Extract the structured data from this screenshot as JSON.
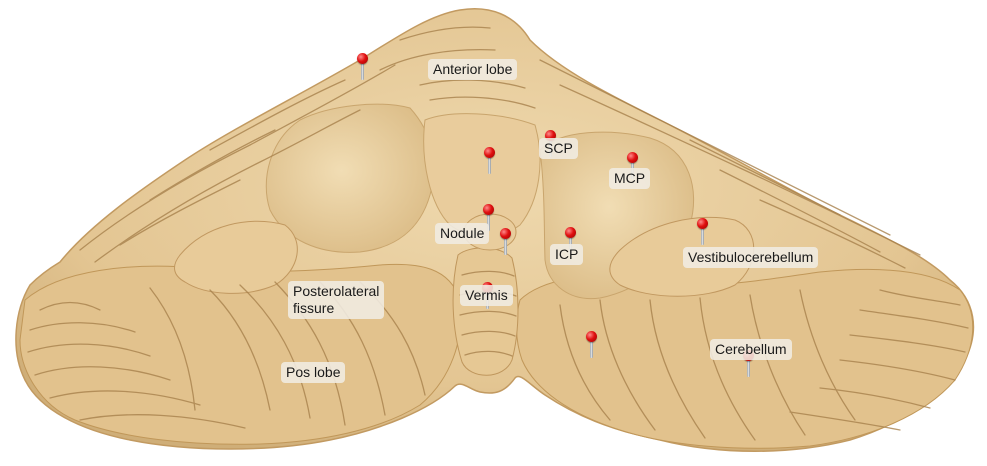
{
  "specimen": {
    "colors": {
      "tissue": "#e6c996",
      "tissue_light": "#edd6aa",
      "tissue_dark": "#c9a56d",
      "fold_line": "#a8824d",
      "background": "#ffffff"
    },
    "pin_color": "#e01010"
  },
  "labels": {
    "anterior_lobe": "Anterior lobe",
    "scp": "SCP",
    "mcp": "MCP",
    "nodule": "Nodule",
    "icp": "ICP",
    "vestibulocerebellum": "Vestibulocerebellum",
    "posterolateral_fissure": "Posterolateral\nfissure",
    "vermis": "Vermis",
    "cerebellum": "Cerebellum",
    "pos_lobe": "Pos lobe"
  }
}
